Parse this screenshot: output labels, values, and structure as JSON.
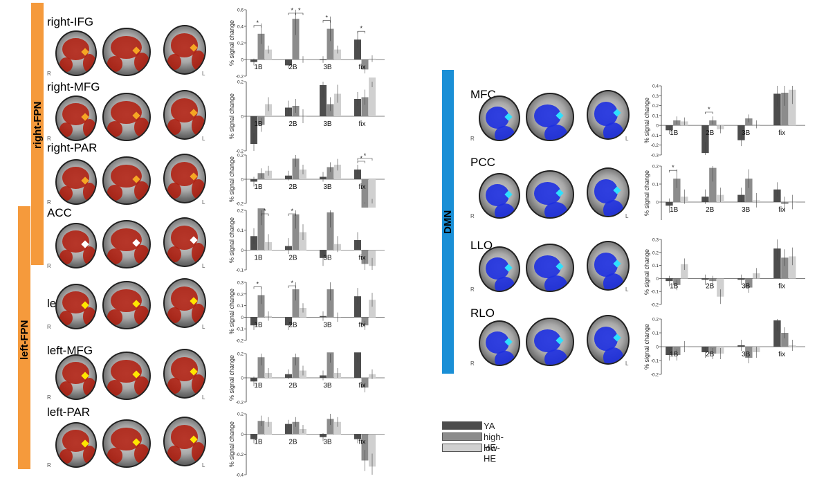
{
  "groups": {
    "right_fpn": "right-FPN",
    "left_fpn": "left-FPN",
    "dmn": "DMN"
  },
  "orientation": {
    "r": "R",
    "l": "L"
  },
  "colors": {
    "ya": "#4d4d4d",
    "high_he": "#8c8c8c",
    "low_he": "#d0d0d0",
    "fpn_bar": "#f59a3c",
    "dmn_bar": "#1a8fd6",
    "fpn_activation": "#b01a0a",
    "dmn_activation": "#1d2fe0"
  },
  "legend": [
    {
      "label": "YA"
    },
    {
      "label": "high-HE"
    },
    {
      "label": "low-HE"
    }
  ],
  "chart_data": [
    {
      "type": "bar",
      "region": "right-IFG",
      "ylabel": "% signal change",
      "categories": [
        "1B",
        "2B",
        "3B",
        "fix"
      ],
      "ylim": [
        -0.2,
        0.6
      ],
      "yticks": [
        -0.2,
        0,
        0.2,
        0.4,
        0.6
      ],
      "series": [
        {
          "name": "YA",
          "values": [
            -0.03,
            -0.07,
            0.0,
            0.24
          ]
        },
        {
          "name": "high-HE",
          "values": [
            0.31,
            0.49,
            0.37,
            -0.12
          ]
        },
        {
          "name": "low-HE",
          "values": [
            0.12,
            0.0,
            0.12,
            0.01
          ]
        }
      ],
      "sig": [
        {
          "cat": 0,
          "from": 0,
          "to": 1
        },
        {
          "cat": 1,
          "from": 0,
          "to": 1
        },
        {
          "cat": 1,
          "from": 1,
          "to": 2
        },
        {
          "cat": 2,
          "from": 0,
          "to": 1
        },
        {
          "cat": 3,
          "from": 0,
          "to": 1
        }
      ]
    },
    {
      "type": "bar",
      "region": "right-MFG",
      "ylabel": "% signal change",
      "categories": [
        "1B",
        "2B",
        "3B",
        "fix"
      ],
      "ylim": [
        -0.2,
        0.2
      ],
      "yticks": [
        -0.2,
        0,
        0.2
      ],
      "series": [
        {
          "name": "YA",
          "values": [
            -0.16,
            0.05,
            0.18,
            0.1
          ]
        },
        {
          "name": "high-HE",
          "values": [
            -0.05,
            0.06,
            0.07,
            0.11
          ]
        },
        {
          "name": "low-HE",
          "values": [
            0.07,
            0.0,
            0.13,
            0.28
          ]
        }
      ],
      "sig": []
    },
    {
      "type": "bar",
      "region": "right-PAR",
      "ylabel": "% signal change",
      "categories": [
        "1B",
        "2B",
        "3B",
        "fix"
      ],
      "ylim": [
        -0.2,
        0.2
      ],
      "yticks": [
        -0.2,
        0,
        0.2
      ],
      "series": [
        {
          "name": "YA",
          "values": [
            -0.02,
            0.03,
            0.02,
            0.08
          ]
        },
        {
          "name": "high-HE",
          "values": [
            0.05,
            0.17,
            0.1,
            -0.32
          ]
        },
        {
          "name": "low-HE",
          "values": [
            0.07,
            0.08,
            0.12,
            -0.27
          ]
        }
      ],
      "sig": [
        {
          "cat": 3,
          "from": 0,
          "to": 1
        },
        {
          "cat": 3,
          "from": 0,
          "to": 2
        }
      ]
    },
    {
      "type": "bar",
      "region": "ACC",
      "ylabel": "% signal change",
      "categories": [
        "1B",
        "2B",
        "3B",
        "fix"
      ],
      "ylim": [
        -0.1,
        0.2
      ],
      "yticks": [
        -0.1,
        0,
        0.1,
        0.2
      ],
      "series": [
        {
          "name": "YA",
          "values": [
            0.07,
            0.02,
            -0.04,
            0.05
          ]
        },
        {
          "name": "high-HE",
          "values": [
            0.21,
            0.18,
            0.19,
            -0.07
          ]
        },
        {
          "name": "low-HE",
          "values": [
            0.04,
            0.09,
            0.03,
            -0.08
          ]
        }
      ],
      "sig": [
        {
          "cat": 0,
          "from": 1,
          "to": 2
        },
        {
          "cat": 1,
          "from": 0,
          "to": 1
        }
      ]
    },
    {
      "type": "bar",
      "region": "left-IFG",
      "ylabel": "% signal change",
      "categories": [
        "1B",
        "2B",
        "3B",
        "fix"
      ],
      "ylim": [
        -0.2,
        0.3
      ],
      "yticks": [
        -0.2,
        -0.1,
        0,
        0.1,
        0.2,
        0.3
      ],
      "series": [
        {
          "name": "YA",
          "values": [
            -0.07,
            -0.07,
            0.01,
            0.18
          ]
        },
        {
          "name": "high-HE",
          "values": [
            0.19,
            0.24,
            0.24,
            -0.07
          ]
        },
        {
          "name": "low-HE",
          "values": [
            0.01,
            0.08,
            0.0,
            0.15
          ]
        }
      ],
      "sig": [
        {
          "cat": 0,
          "from": 0,
          "to": 1
        },
        {
          "cat": 1,
          "from": 0,
          "to": 1
        }
      ]
    },
    {
      "type": "bar",
      "region": "left-MFG",
      "ylabel": "% signal change",
      "categories": [
        "1B",
        "2B",
        "3B",
        "fix"
      ],
      "ylim": [
        -0.2,
        0.2
      ],
      "yticks": [
        -0.2,
        0,
        0.2
      ],
      "series": [
        {
          "name": "YA",
          "values": [
            -0.03,
            0.03,
            0.02,
            0.21
          ]
        },
        {
          "name": "high-HE",
          "values": [
            0.17,
            0.17,
            0.21,
            -0.08
          ]
        },
        {
          "name": "low-HE",
          "values": [
            0.04,
            0.06,
            0.04,
            0.03
          ]
        }
      ],
      "sig": []
    },
    {
      "type": "bar",
      "region": "left-PAR",
      "ylabel": "% signal change",
      "categories": [
        "1B",
        "2B",
        "3B",
        "fix"
      ],
      "ylim": [
        -0.4,
        0.2
      ],
      "yticks": [
        -0.4,
        -0.2,
        0,
        0.2
      ],
      "series": [
        {
          "name": "YA",
          "values": [
            -0.05,
            0.1,
            -0.03,
            -0.05
          ]
        },
        {
          "name": "high-HE",
          "values": [
            0.13,
            0.12,
            0.15,
            -0.26
          ]
        },
        {
          "name": "low-HE",
          "values": [
            0.12,
            0.05,
            0.12,
            -0.32
          ]
        }
      ],
      "sig": []
    },
    {
      "type": "bar",
      "region": "MFC",
      "ylabel": "% signal change",
      "categories": [
        "1B",
        "2B",
        "3B",
        "fix"
      ],
      "ylim": [
        -0.3,
        0.4
      ],
      "yticks": [
        -0.3,
        -0.2,
        -0.1,
        0,
        0.1,
        0.2,
        0.3,
        0.4
      ],
      "series": [
        {
          "name": "YA",
          "values": [
            -0.05,
            -0.28,
            -0.15,
            0.32
          ]
        },
        {
          "name": "high-HE",
          "values": [
            0.05,
            0.05,
            0.07,
            0.33
          ]
        },
        {
          "name": "low-HE",
          "values": [
            0.04,
            -0.04,
            0.01,
            0.36
          ]
        }
      ],
      "sig": [
        {
          "cat": 1,
          "from": 0,
          "to": 1
        }
      ]
    },
    {
      "type": "bar",
      "region": "PCC",
      "ylabel": "% signal change",
      "categories": [
        "1B",
        "2B",
        "3B",
        "fix"
      ],
      "ylim": [
        -0.1,
        0.2
      ],
      "yticks": [
        0,
        0.1,
        0.2
      ],
      "series": [
        {
          "name": "YA",
          "values": [
            -0.02,
            0.03,
            0.04,
            0.07
          ]
        },
        {
          "name": "high-HE",
          "values": [
            0.13,
            0.19,
            0.13,
            -0.01
          ]
        },
        {
          "name": "low-HE",
          "values": [
            0.03,
            0.04,
            0.01,
            0.0
          ]
        }
      ],
      "sig": [
        {
          "cat": 0,
          "from": 0,
          "to": 1
        }
      ]
    },
    {
      "type": "bar",
      "region": "LLO",
      "ylabel": "% signal change",
      "categories": [
        "1B",
        "2B",
        "3B",
        "fix"
      ],
      "ylim": [
        -0.2,
        0.3
      ],
      "yticks": [
        -0.2,
        -0.1,
        0,
        0.1,
        0.2,
        0.3
      ],
      "series": [
        {
          "name": "YA",
          "values": [
            -0.02,
            -0.01,
            -0.01,
            0.23
          ]
        },
        {
          "name": "high-HE",
          "values": [
            -0.05,
            -0.02,
            -0.07,
            0.16
          ]
        },
        {
          "name": "low-HE",
          "values": [
            0.11,
            -0.14,
            0.04,
            0.17
          ]
        }
      ],
      "sig": []
    },
    {
      "type": "bar",
      "region": "RLO",
      "ylabel": "% signal change",
      "categories": [
        "1B",
        "2B",
        "3B",
        "fix"
      ],
      "ylim": [
        -0.2,
        0.2
      ],
      "yticks": [
        -0.2,
        -0.1,
        0,
        0.1,
        0.2
      ],
      "series": [
        {
          "name": "YA",
          "values": [
            -0.06,
            -0.04,
            0.01,
            0.19
          ]
        },
        {
          "name": "high-HE",
          "values": [
            -0.06,
            -0.05,
            -0.08,
            0.1
          ]
        },
        {
          "name": "low-HE",
          "values": [
            0.0,
            -0.05,
            -0.04,
            0.01
          ]
        }
      ],
      "sig": []
    }
  ]
}
